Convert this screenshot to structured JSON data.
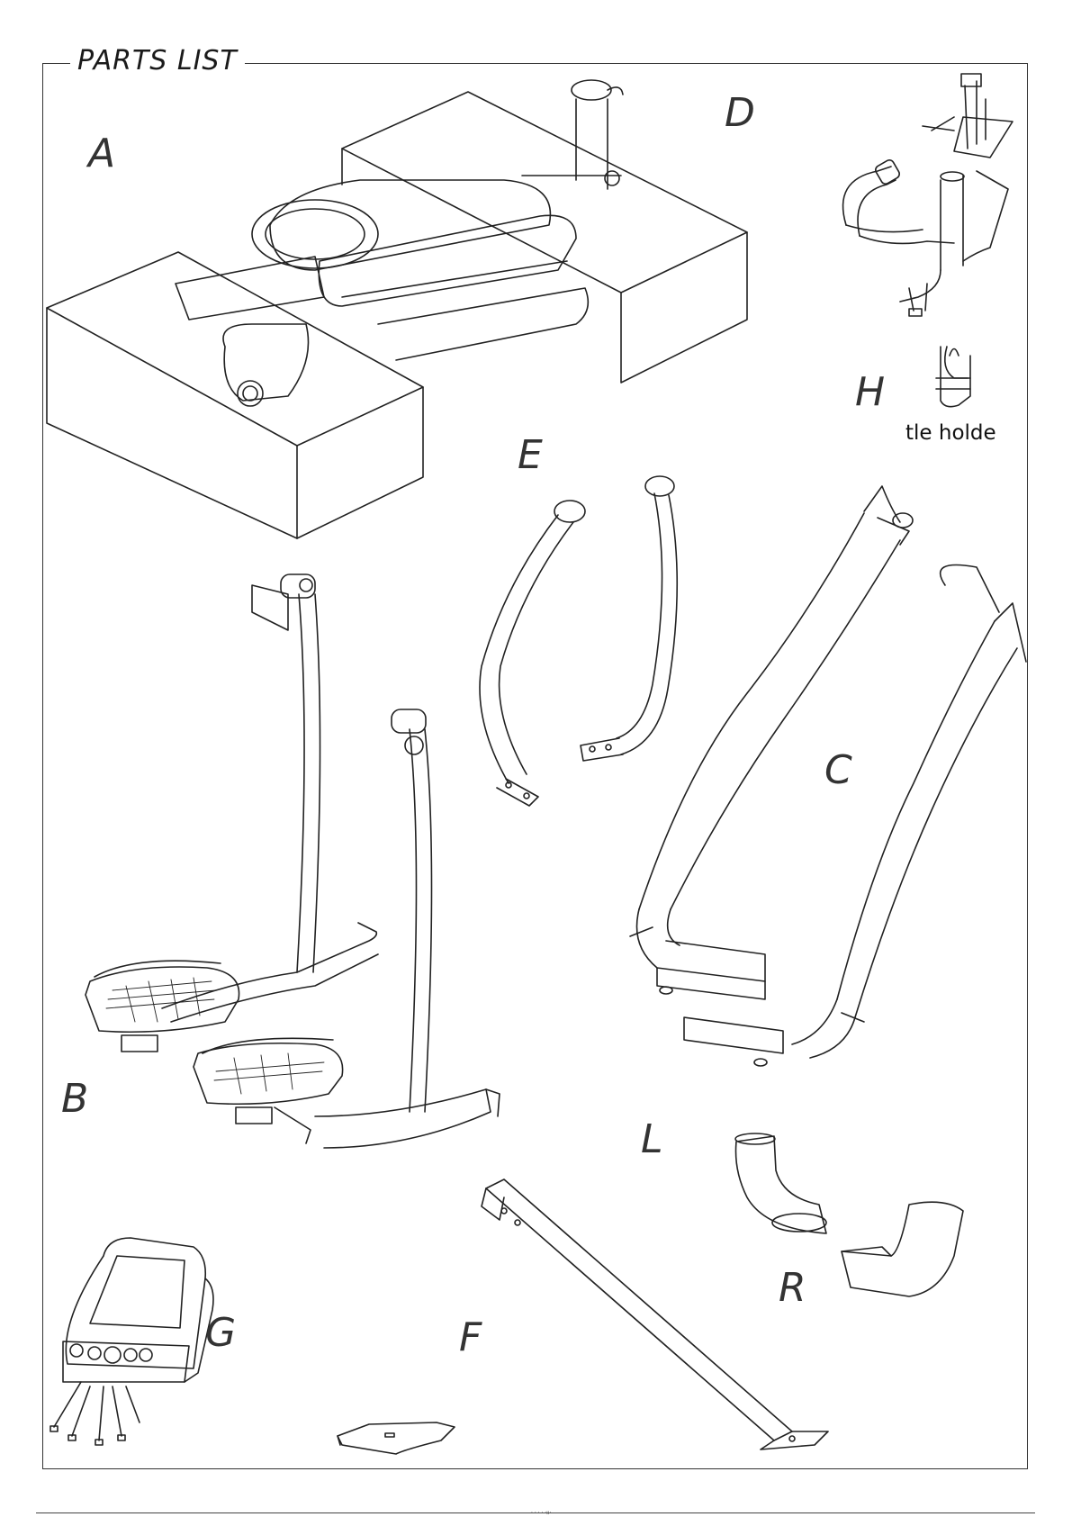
{
  "document": {
    "title": "PARTS LIST",
    "footer_text": "· ·  ·  · ·ıı·"
  },
  "parts": [
    {
      "id": "A",
      "letter": "A"
    },
    {
      "id": "B",
      "letter": "B"
    },
    {
      "id": "C",
      "letter": "C"
    },
    {
      "id": "D",
      "letter": "D"
    },
    {
      "id": "E",
      "letter": "E"
    },
    {
      "id": "F",
      "letter": "F"
    },
    {
      "id": "G",
      "letter": "G"
    },
    {
      "id": "H",
      "letter": "H",
      "caption": "tle holde"
    },
    {
      "id": "L",
      "letter": "L"
    },
    {
      "id": "R",
      "letter": "R"
    }
  ]
}
